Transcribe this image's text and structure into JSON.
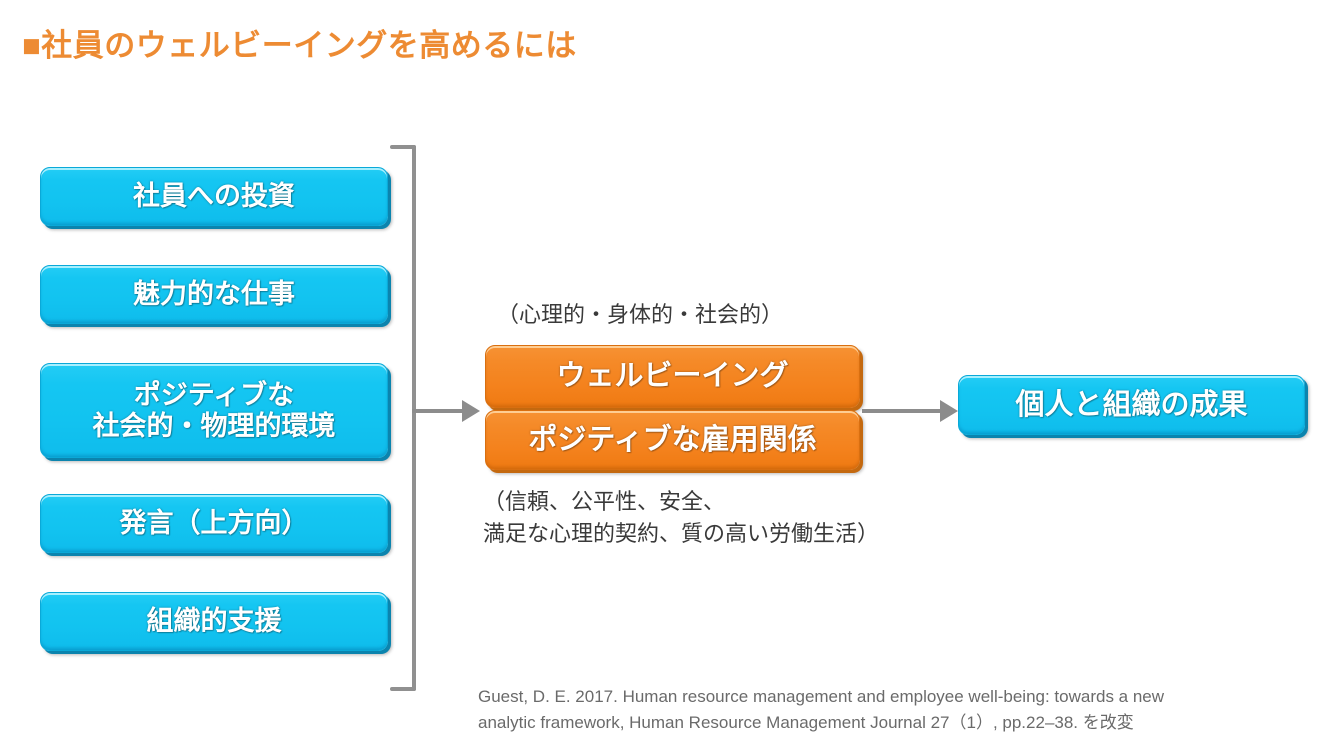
{
  "slide": {
    "title": "■社員のウェルビーイングを高めるには",
    "title_color": "#ED8B33",
    "background": "#FFFFFF"
  },
  "colors": {
    "blue_box": "#12C3F0",
    "blue_box_shadow": "#0B84AE",
    "orange_box": "#F4821D",
    "orange_box_shadow": "#C4690F",
    "connector_gray": "#8C8C8C",
    "caption_text": "#3A3A3A",
    "citation_text": "#6A6A6A"
  },
  "inputs": {
    "bracket_label": "group-bracket",
    "items": [
      {
        "label": "社員への投資"
      },
      {
        "label": "魅力的な仕事"
      },
      {
        "label": "ポジティブな\n社会的・物理的環境"
      },
      {
        "label": "発言（上方向）"
      },
      {
        "label": "組織的支援"
      }
    ]
  },
  "center": {
    "caption_above": "（心理的・身体的・社会的）",
    "boxes": [
      {
        "label": "ウェルビーイング"
      },
      {
        "label": "ポジティブな雇用関係"
      }
    ],
    "caption_below": "（信頼、公平性、安全、\n 満足な心理的契約、質の高い労働生活）"
  },
  "output": {
    "label": "個人と組織の成果"
  },
  "citation": {
    "text": "Guest, D. E. 2017. Human resource management and employee well-being: towards a new\nanalytic framework, Human Resource Management Journal 27（1）, pp.22–38. を改変"
  }
}
